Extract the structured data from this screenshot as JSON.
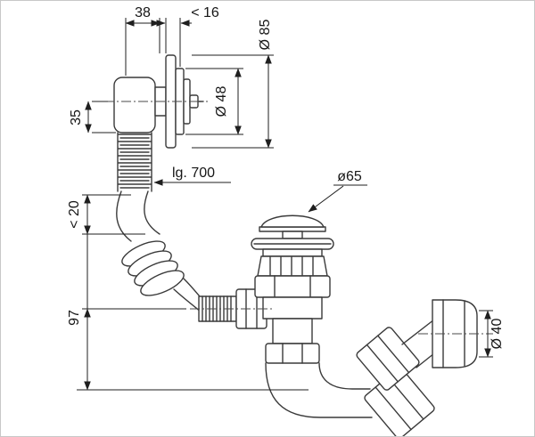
{
  "diagram": {
    "description": "technical-dimension-drawing-bath-drain-overflow",
    "background": "#ffffff",
    "line_color": "#3a3a3a",
    "dim_color": "#1f1f1f",
    "labels": {
      "overflow_width": "38",
      "overflow_plate_gap": "< 16",
      "rosette_diameter": "Ø 85",
      "rosette_inner_diameter": "Ø 48",
      "overflow_height": "35",
      "hose_length": "lg. 700",
      "hose_clearance": "< 20",
      "body_height": "97",
      "plug_diameter": "ø65",
      "outlet_diameter": "Ø 40"
    }
  }
}
